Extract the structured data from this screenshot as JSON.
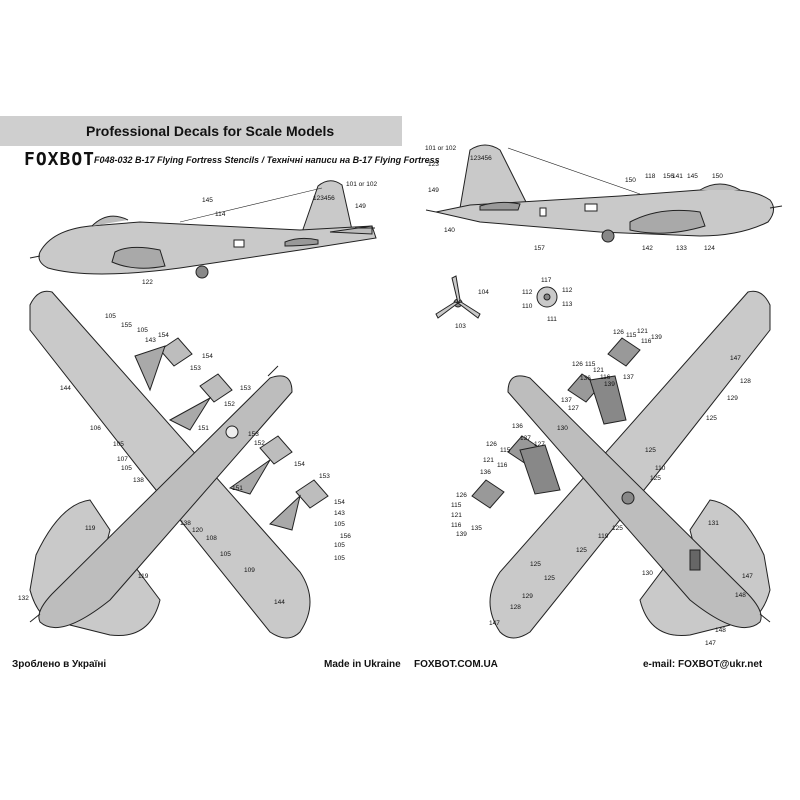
{
  "header": {
    "banner": "Professional Decals for Scale Models",
    "brand": "FOXBOT",
    "subtitle": "F048-032  B-17 Flying Fortress Stencils / Технічні написи на B-17 Flying Fortress"
  },
  "footer": {
    "made_ua": "Зроблено в Україні",
    "made_en": "Made in Ukraine",
    "website": "FOXBOT.COM.UA",
    "email": "e-mail: FOXBOT@ukr.net"
  },
  "serial": "123456",
  "colors": {
    "aircraft": "#c9c9c9",
    "panel": "#a9a9a9",
    "outline": "#222222",
    "banner": "#cfcfcf"
  },
  "callouts": {
    "left_side": [
      {
        "label": "145"
      },
      {
        "label": "114"
      },
      {
        "label": "101 or 102"
      },
      {
        "label": "149"
      },
      {
        "label": "122"
      }
    ],
    "right_side": [
      {
        "label": "101 or 102"
      },
      {
        "label": "123"
      },
      {
        "label": "149"
      },
      {
        "label": "140"
      },
      {
        "label": "157"
      },
      {
        "label": "150"
      },
      {
        "label": "118"
      },
      {
        "label": "156"
      },
      {
        "label": "141"
      },
      {
        "label": "145"
      },
      {
        "label": "150"
      },
      {
        "label": "142"
      },
      {
        "label": "133"
      },
      {
        "label": "124"
      }
    ],
    "propeller": [
      {
        "label": "104"
      },
      {
        "label": "103"
      }
    ],
    "wheel": [
      {
        "label": "117"
      },
      {
        "label": "112"
      },
      {
        "label": "112"
      },
      {
        "label": "110"
      },
      {
        "label": "113"
      },
      {
        "label": "111"
      }
    ],
    "top_view": [
      {
        "label": "105"
      },
      {
        "label": "155"
      },
      {
        "label": "105"
      },
      {
        "label": "143"
      },
      {
        "label": "154"
      },
      {
        "label": "154"
      },
      {
        "label": "153"
      },
      {
        "label": "144"
      },
      {
        "label": "153"
      },
      {
        "label": "152"
      },
      {
        "label": "151"
      },
      {
        "label": "106"
      },
      {
        "label": "105"
      },
      {
        "label": "107"
      },
      {
        "label": "105"
      },
      {
        "label": "138"
      },
      {
        "label": "153"
      },
      {
        "label": "152"
      },
      {
        "label": "154"
      },
      {
        "label": "151"
      },
      {
        "label": "154"
      },
      {
        "label": "153"
      },
      {
        "label": "143"
      },
      {
        "label": "105"
      },
      {
        "label": "138"
      },
      {
        "label": "120"
      },
      {
        "label": "108"
      },
      {
        "label": "105"
      },
      {
        "label": "109"
      },
      {
        "label": "105"
      },
      {
        "label": "156"
      },
      {
        "label": "105"
      },
      {
        "label": "119"
      },
      {
        "label": "119"
      },
      {
        "label": "144"
      },
      {
        "label": "132"
      }
    ],
    "bottom_view": [
      {
        "label": "126"
      },
      {
        "label": "115"
      },
      {
        "label": "121"
      },
      {
        "label": "116"
      },
      {
        "label": "139"
      },
      {
        "label": "147"
      },
      {
        "label": "126"
      },
      {
        "label": "115"
      },
      {
        "label": "121"
      },
      {
        "label": "116"
      },
      {
        "label": "136"
      },
      {
        "label": "137"
      },
      {
        "label": "139"
      },
      {
        "label": "128"
      },
      {
        "label": "137"
      },
      {
        "label": "127"
      },
      {
        "label": "129"
      },
      {
        "label": "125"
      },
      {
        "label": "130"
      },
      {
        "label": "136"
      },
      {
        "label": "126"
      },
      {
        "label": "115"
      },
      {
        "label": "121"
      },
      {
        "label": "116"
      },
      {
        "label": "137"
      },
      {
        "label": "127"
      },
      {
        "label": "125"
      },
      {
        "label": "110"
      },
      {
        "label": "125"
      },
      {
        "label": "136"
      },
      {
        "label": "126"
      },
      {
        "label": "115"
      },
      {
        "label": "121"
      },
      {
        "label": "116"
      },
      {
        "label": "135"
      },
      {
        "label": "139"
      },
      {
        "label": "125"
      },
      {
        "label": "125"
      },
      {
        "label": "119"
      },
      {
        "label": "131"
      },
      {
        "label": "125"
      },
      {
        "label": "125"
      },
      {
        "label": "130"
      },
      {
        "label": "147"
      },
      {
        "label": "129"
      },
      {
        "label": "128"
      },
      {
        "label": "148"
      },
      {
        "label": "147"
      },
      {
        "label": "148"
      },
      {
        "label": "147"
      }
    ]
  }
}
